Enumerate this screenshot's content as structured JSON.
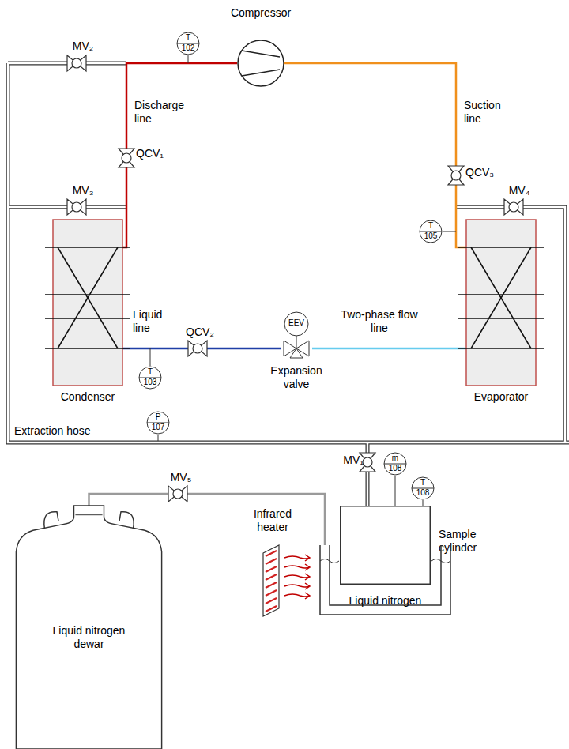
{
  "diagram": {
    "nodes": [
      {
        "text": [
          "Compressor"
        ]
      },
      {
        "text": [
          "T",
          "102"
        ]
      },
      {
        "text": [
          "Condenser"
        ]
      },
      {
        "text": [
          "Evaporator"
        ]
      },
      {
        "text": [
          "T",
          "105"
        ]
      },
      {
        "text": [
          "EEV",
          "Expansion valve"
        ]
      },
      {
        "text": [
          "T",
          "103"
        ]
      },
      {
        "text": [
          "P",
          "107"
        ]
      },
      {
        "text": [
          "Liquid nitrogen dewar"
        ]
      },
      {
        "text": [
          "m",
          "108"
        ]
      },
      {
        "text": [
          "T",
          "108"
        ]
      },
      {
        "text": [
          "Sample cylinder"
        ]
      },
      {
        "text": [
          "Liquid nitrogen"
        ]
      }
    ],
    "edges": [
      {
        "from": 0,
        "to": 2,
        "arrow": "none"
      },
      {
        "from": 2,
        "to": 5,
        "arrow": "none"
      },
      {
        "from": 5,
        "to": 3,
        "arrow": "none"
      },
      {
        "from": 3,
        "to": 0,
        "arrow": "none"
      },
      {
        "from": 8,
        "to": 12,
        "arrow": "none"
      }
    ],
    "labels": [
      "MV₂",
      "Discharge line",
      "QCV₁",
      "MV₃",
      "Suction line",
      "QCV₃",
      "MV₄",
      "Liquid line",
      "QCV₂",
      "Two-phase flow line",
      "Extraction hose",
      "MV₅",
      "MV₁",
      "Infrared heater"
    ]
  }
}
